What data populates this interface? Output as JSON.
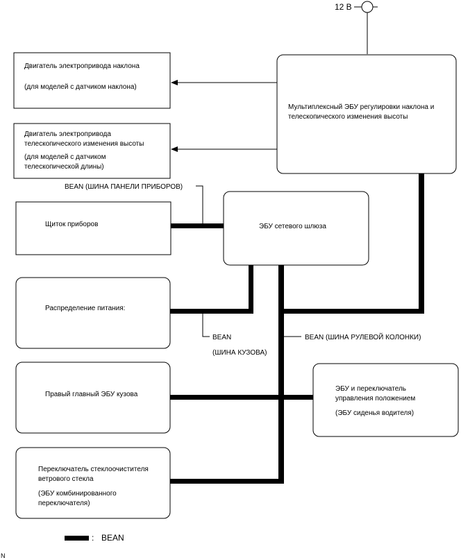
{
  "power_label": "12 В",
  "boxes": {
    "tilt_motor": {
      "title": "Двигатель электропривода наклона",
      "note": "(для моделей с датчиком наклона)"
    },
    "telescopic_motor": {
      "title_1": "Двигатель электропривода",
      "title_2": "телескопического изменения высоты",
      "note_1": "(для моделей с датчиком",
      "note_2": "телескопической длины)"
    },
    "multiplex_ecu": {
      "line_1": "Мультиплексный ЭБУ регулировки наклона и",
      "line_2": "телескопического изменения высоты"
    },
    "meter": {
      "title": "Щиток приборов"
    },
    "gateway_ecu": {
      "title": "ЭБУ сетевого шлюза"
    },
    "power_distribution": {
      "title": "Распределение питания:"
    },
    "main_body_ecu": {
      "title": "Правый главный ЭБУ кузова"
    },
    "position_control": {
      "line_1": "ЭБУ и переключатель",
      "line_2": "управления положением",
      "note": "(ЭБУ сиденья водителя)"
    },
    "wiper_switch": {
      "line_1": "Переключатель стеклоочистителя",
      "line_2": "ветрового стекла",
      "note_1": "(ЭБУ комбинированного",
      "note_2": "переключателя)"
    }
  },
  "bus_labels": {
    "instrument_panel": "BEAN (ШИНА ПАНЕЛИ ПРИБОРОВ)",
    "body_1": "BEAN",
    "body_2": "(ШИНА КУЗОВА)",
    "steering_column": "BEAN (ШИНА РУЛЕВОЙ КОЛОНКИ)"
  },
  "legend": {
    "separator": ":",
    "label": "BEAN"
  },
  "corner_mark": "N"
}
